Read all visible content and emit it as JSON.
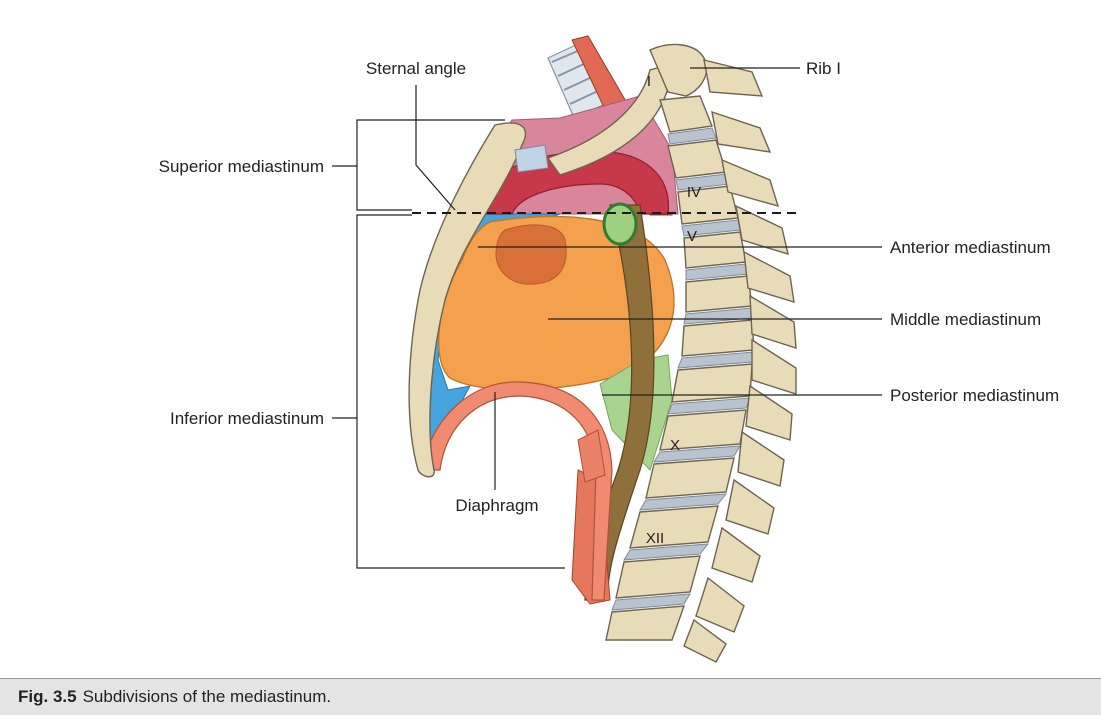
{
  "labels": {
    "sternal_angle": "Sternal angle",
    "rib_i": "Rib I",
    "superior_mediastinum": "Superior mediastinum",
    "anterior_mediastinum": "Anterior mediastinum",
    "middle_mediastinum": "Middle mediastinum",
    "posterior_mediastinum": "Posterior mediastinum",
    "inferior_mediastinum": "Inferior mediastinum",
    "diaphragm": "Diaphragm"
  },
  "vertebra_labels": {
    "rib_1": "I",
    "t4": "IV",
    "t5": "V",
    "t10": "X",
    "t12": "XII"
  },
  "caption": {
    "figure_number": "Fig. 3.5",
    "text": "Subdivisions of the mediastinum."
  },
  "colors": {
    "anterior_region": "#45a3dd",
    "middle_region": "#f4a04c",
    "posterior_region": "#a9d48f",
    "superior_region": "#d9869c",
    "aorta": "#c7384a",
    "esophagus": "#8f6f3a",
    "bone": "#e8dcb8",
    "diaphragm": "#f08a70"
  }
}
